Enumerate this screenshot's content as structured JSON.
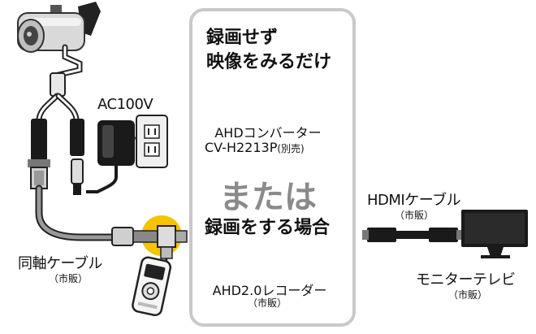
{
  "labels": {
    "ac_power": "AC100V",
    "coax_cable": "同軸ケーブル",
    "coax_cable_note": "（市販）",
    "no_record_line1": "録画せず",
    "no_record_line2": "映像をみるだけ",
    "converter_name": "AHDコンバーター",
    "converter_model": "CV-H2213P",
    "converter_note": "(別売)",
    "or_text": "または",
    "record_case": "録画をする場合",
    "recorder_name": "AHD2.0レコーダー",
    "recorder_note": "（市販）",
    "hdmi_cable": "HDMIケーブル",
    "hdmi_cable_note": "（市販）",
    "monitor_tv": "モニターテレビ",
    "monitor_tv_note": "（市販）"
  },
  "colors": {
    "panel_border": "#c9c9c9",
    "highlight": "#f5c400",
    "or_text": "#8a8a8a",
    "device_dark": "#1a1a1a"
  },
  "icons": [
    "camera-icon",
    "ac-adapter-icon",
    "power-outlet-icon",
    "remote-control-icon",
    "converter-icon",
    "recorder-icon",
    "hdmi-cable-icon",
    "monitor-icon"
  ]
}
